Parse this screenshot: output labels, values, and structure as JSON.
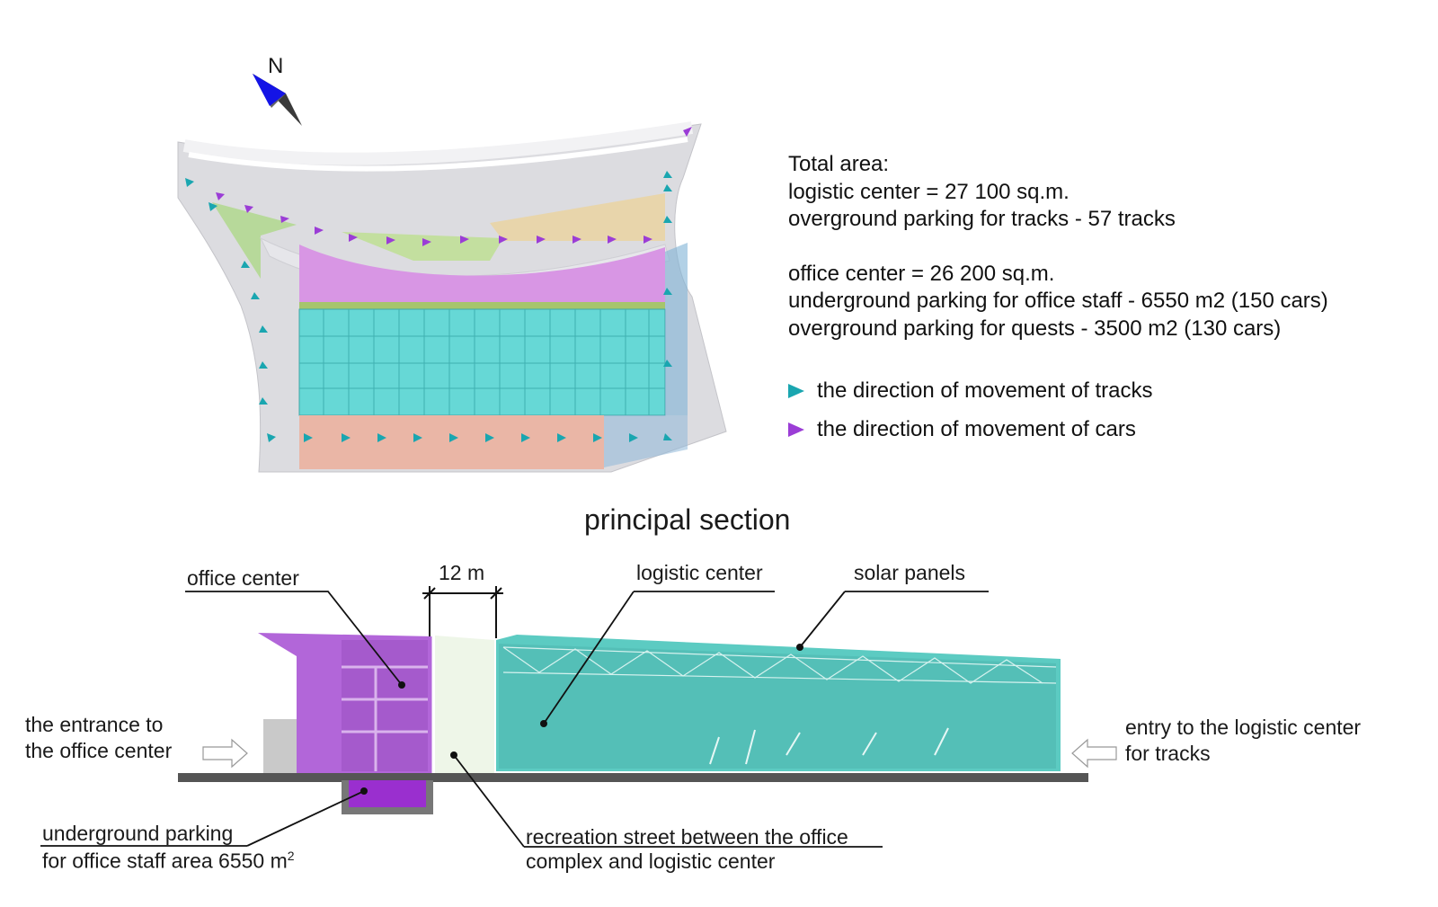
{
  "compass": {
    "north_label": "N"
  },
  "site_info": {
    "heading": "Total area:",
    "logistic_area": "logistic center = 27 100 sq.m.",
    "logistic_parking": "overground parking for tracks - 57 tracks",
    "office_area": "office center = 26 200 sq.m.",
    "office_underground": "underground parking for office staff  -  6550 m2 (150 cars)",
    "office_overground": "overground parking for quests - 3500 m2 (130 cars)"
  },
  "legend": {
    "tracks": {
      "label": "the direction of movement of tracks",
      "color": "#1aa6b0"
    },
    "cars": {
      "label": "the direction of movement of cars",
      "color": "#9b3dd6"
    }
  },
  "section": {
    "title": "principal section",
    "dimension": "12 m",
    "office_center": "office center",
    "logistic_center": "logistic center",
    "solar_panels": "solar panels",
    "entrance_office_1": "the entrance to",
    "entrance_office_2": "the office center",
    "entry_logistic_1": "entry to the logistic center",
    "entry_logistic_2": "for tracks",
    "underground_1": "underground parking",
    "underground_2": "for office staff area 6550 m",
    "underground_sup": "2",
    "recreation_1": "recreation street between the office",
    "recreation_2": "complex and logistic center"
  },
  "colors": {
    "office": "#b266d9",
    "logistic": "#5ccbc2",
    "plaza_pink": "#d896e4",
    "roof_cyan": "#66d8d6",
    "green_zone": "#b7d99a",
    "road": "#d9d9dd"
  }
}
